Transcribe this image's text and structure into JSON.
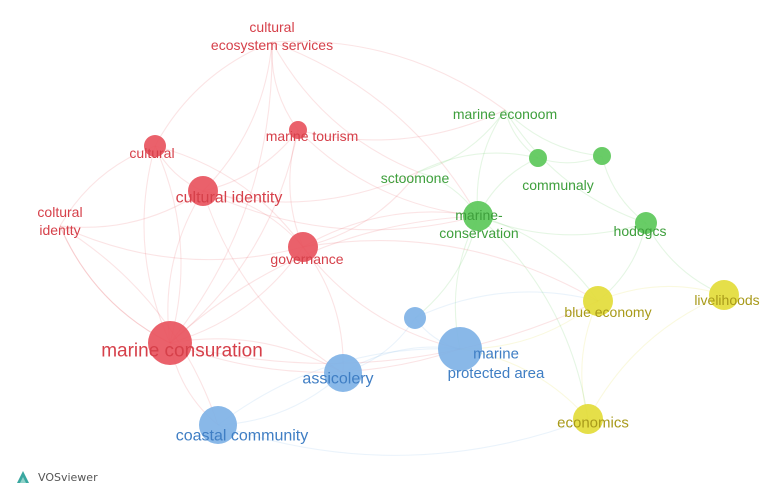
{
  "colors": {
    "red": "#e8545e",
    "green": "#5cc85a",
    "blue": "#7fb2e6",
    "yellow": "#e3dc3a",
    "red_text": "#d6404a",
    "green_text": "#3e9f3c",
    "blue_text": "#3f7ec4",
    "yellow_text": "#a89a1a"
  },
  "nodes": [
    {
      "id": "n1",
      "cluster": "red",
      "label": "cultural\necosystem services",
      "weight": 0
    },
    {
      "id": "n2",
      "cluster": "red",
      "label": "cultural",
      "weight": 2
    },
    {
      "id": "n3",
      "cluster": "red",
      "label": "marine tourism",
      "weight": 1
    },
    {
      "id": "n4",
      "cluster": "red",
      "label": "cultural identity",
      "weight": 3
    },
    {
      "id": "n5",
      "cluster": "red",
      "label": "coltural\nidentty",
      "weight": 0
    },
    {
      "id": "n6",
      "cluster": "red",
      "label": "governance",
      "weight": 3
    },
    {
      "id": "n7",
      "cluster": "red",
      "label": "marine consuration",
      "weight": 5
    },
    {
      "id": "n8",
      "cluster": "green",
      "label": "marine econoom",
      "weight": 0
    },
    {
      "id": "n9",
      "cluster": "green",
      "label": "sctoomone",
      "weight": 0
    },
    {
      "id": "n10",
      "cluster": "green",
      "label": "communaly",
      "weight": 1
    },
    {
      "id": "n11",
      "cluster": "green",
      "label": "",
      "weight": 1
    },
    {
      "id": "n12",
      "cluster": "green",
      "label": "marine-\nconservation",
      "weight": 3
    },
    {
      "id": "n13",
      "cluster": "green",
      "label": "hodogcs",
      "weight": 2
    },
    {
      "id": "n14",
      "cluster": "yellow",
      "label": "blue economy",
      "weight": 3
    },
    {
      "id": "n15",
      "cluster": "yellow",
      "label": "livelihoods",
      "weight": 3
    },
    {
      "id": "n16",
      "cluster": "yellow",
      "label": "economics",
      "weight": 3
    },
    {
      "id": "n17",
      "cluster": "blue",
      "label": "",
      "weight": 2
    },
    {
      "id": "n18",
      "cluster": "blue",
      "label": "marine\nprotected area",
      "weight": 5
    },
    {
      "id": "n19",
      "cluster": "blue",
      "label": "assicolery",
      "weight": 4
    },
    {
      "id": "n20",
      "cluster": "blue",
      "label": "coastal community",
      "weight": 4
    }
  ],
  "brand": {
    "logo": "vosviewer-logo-icon",
    "name": "VOSviewer"
  }
}
